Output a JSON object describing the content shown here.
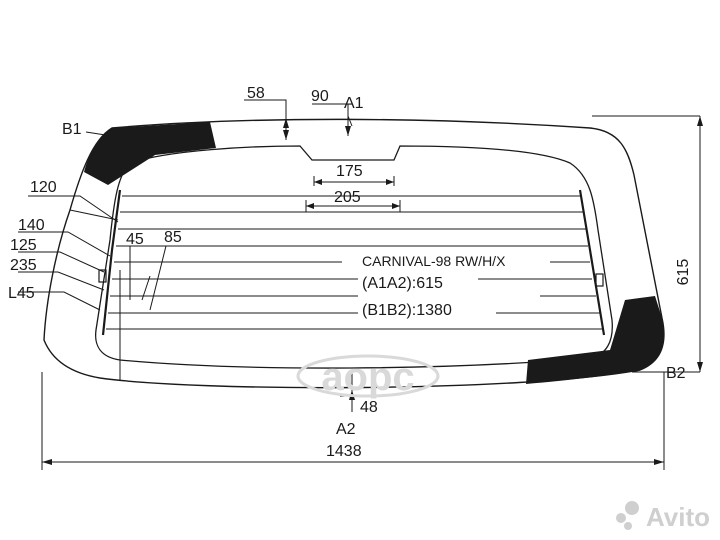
{
  "part": {
    "model": "CARNIVAL-98 RW/H/X",
    "a1a2_label": "(A1A2):615",
    "b1b2_label": "(B1B2):1380"
  },
  "points": {
    "a1": "A1",
    "a2": "A2",
    "b1": "B1",
    "b2": "B2"
  },
  "dimensions": {
    "d58": "58",
    "d90": "90",
    "d175": "175",
    "d205": "205",
    "d120": "120",
    "d140": "140",
    "d125": "125",
    "d235": "235",
    "dL45": "L45",
    "d45": "45",
    "d85": "85",
    "d48": "48",
    "d615": "615",
    "d1438": "1438"
  },
  "watermarks": {
    "brand": "аорс",
    "marketplace": "Avito"
  },
  "colors": {
    "line": "#1a1a1a",
    "frit": "#1a1a1a",
    "background": "#ffffff"
  }
}
